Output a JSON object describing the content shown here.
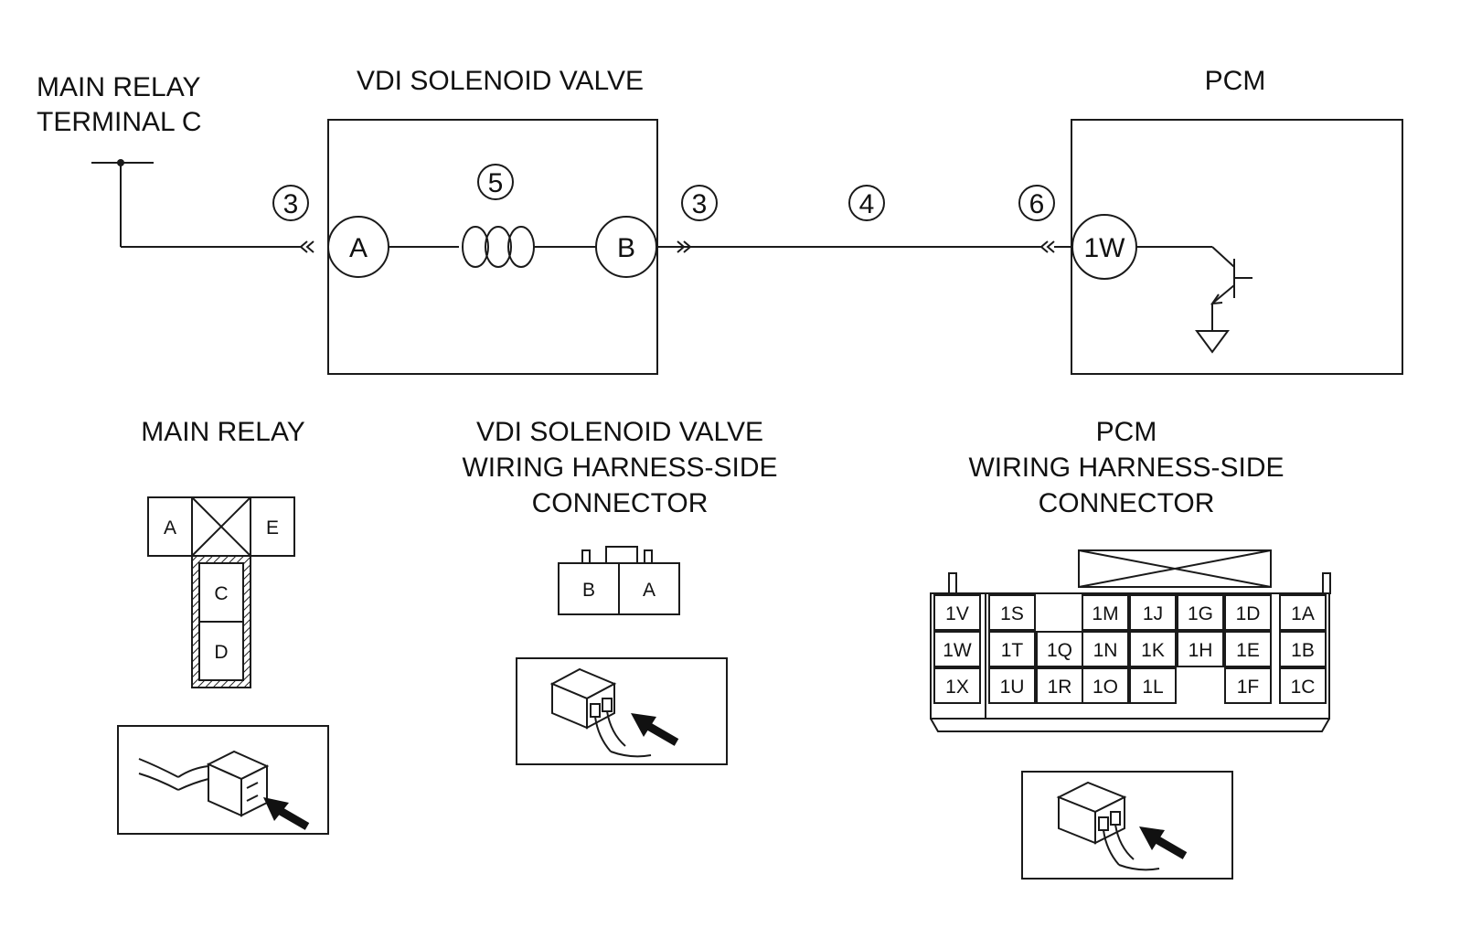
{
  "circuit": {
    "main_relay_title_line1": "MAIN RELAY",
    "main_relay_title_line2": "TERMINAL C",
    "vdi_valve_title": "VDI SOLENOID VALVE",
    "pcm_title": "PCM",
    "pins": {
      "a": "A",
      "b": "B",
      "w": "1W"
    },
    "step_markers": {
      "left_3": "3",
      "coil_5": "5",
      "right_3": "3",
      "harness_4": "4",
      "pcm_6": "6"
    }
  },
  "connectors": {
    "main_relay": {
      "title": "MAIN RELAY",
      "terminals": {
        "a": "A",
        "e": "E",
        "c": "C",
        "d": "D"
      }
    },
    "vdi_valve": {
      "title_line1": "VDI SOLENOID VALVE",
      "title_line2": "WIRING HARNESS-SIDE",
      "title_line3": "CONNECTOR",
      "terminals": {
        "b": "B",
        "a": "A"
      }
    },
    "pcm": {
      "title_line1": "PCM",
      "title_line2": "WIRING HARNESS-SIDE",
      "title_line3": "CONNECTOR",
      "terminals": {
        "r1": [
          "1V",
          "1S",
          "1M",
          "1J",
          "1G",
          "1D",
          "1A"
        ],
        "r2": [
          "1W",
          "1T",
          "1Q",
          "1N",
          "1K",
          "1H",
          "1E",
          "1B"
        ],
        "r3": [
          "1X",
          "1U",
          "1R",
          "1O",
          "1L",
          "1F",
          "1C"
        ]
      }
    }
  }
}
